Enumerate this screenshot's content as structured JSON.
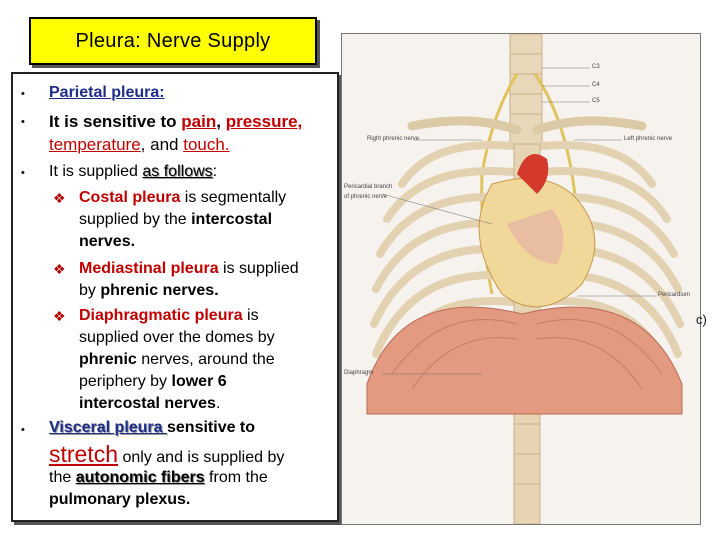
{
  "title": "Pleura: Nerve Supply",
  "bullets": {
    "b1": "Parietal pleura:",
    "b2_part1": "It is sensitive to",
    "b2_pain": "pain",
    "b2_comma1": ",",
    "b2_pressure": "pressure,",
    "b2_temperature": "temperature",
    "b2_and": ", and",
    "b2_touch": "touch.",
    "b3_part1": "It is supplied",
    "b3_follows": "as follows",
    "b3_colon": ":",
    "costal_a": "Costal pleura",
    "costal_b": " is segmentally",
    "costal_c": "supplied by the",
    "costal_d": "intercostal",
    "costal_e": "nerves.",
    "med_a": "Mediastinal pleura",
    "med_b": " is supplied",
    "med_c": "by",
    "med_d": "phrenic nerves.",
    "dia_a": "Diaphragmatic pleura",
    "dia_b": " is",
    "dia_c": "supplied over the domes by",
    "dia_d": "phrenic",
    "dia_e": " nerves, around the",
    "dia_f": "periphery by",
    "dia_g": "lower 6",
    "dia_h": "intercostal nerves",
    "dia_i": ".",
    "b4_a": "Visceral pleura ",
    "b4_b": "sensitive to",
    "b4_stretch": "stretch",
    "b4_c": " only and is supplied by",
    "b4_d": "the",
    "b4_e": "autonomic fibers",
    "b4_f": " from the",
    "b4_g": "pulmonary plexus."
  },
  "figure": {
    "labels": {
      "c3": "C3",
      "c4": "C4",
      "c5": "C5",
      "right_phrenic": "Right phrenic nerve",
      "left_phrenic": "Left phrenic nerve",
      "pericardial_branch_1": "Pericardial branch",
      "pericardial_branch_2": "of phrenic nerve",
      "pericardium": "Pericardium",
      "diaphragm": "Diaphragm"
    },
    "corner": "c)"
  }
}
